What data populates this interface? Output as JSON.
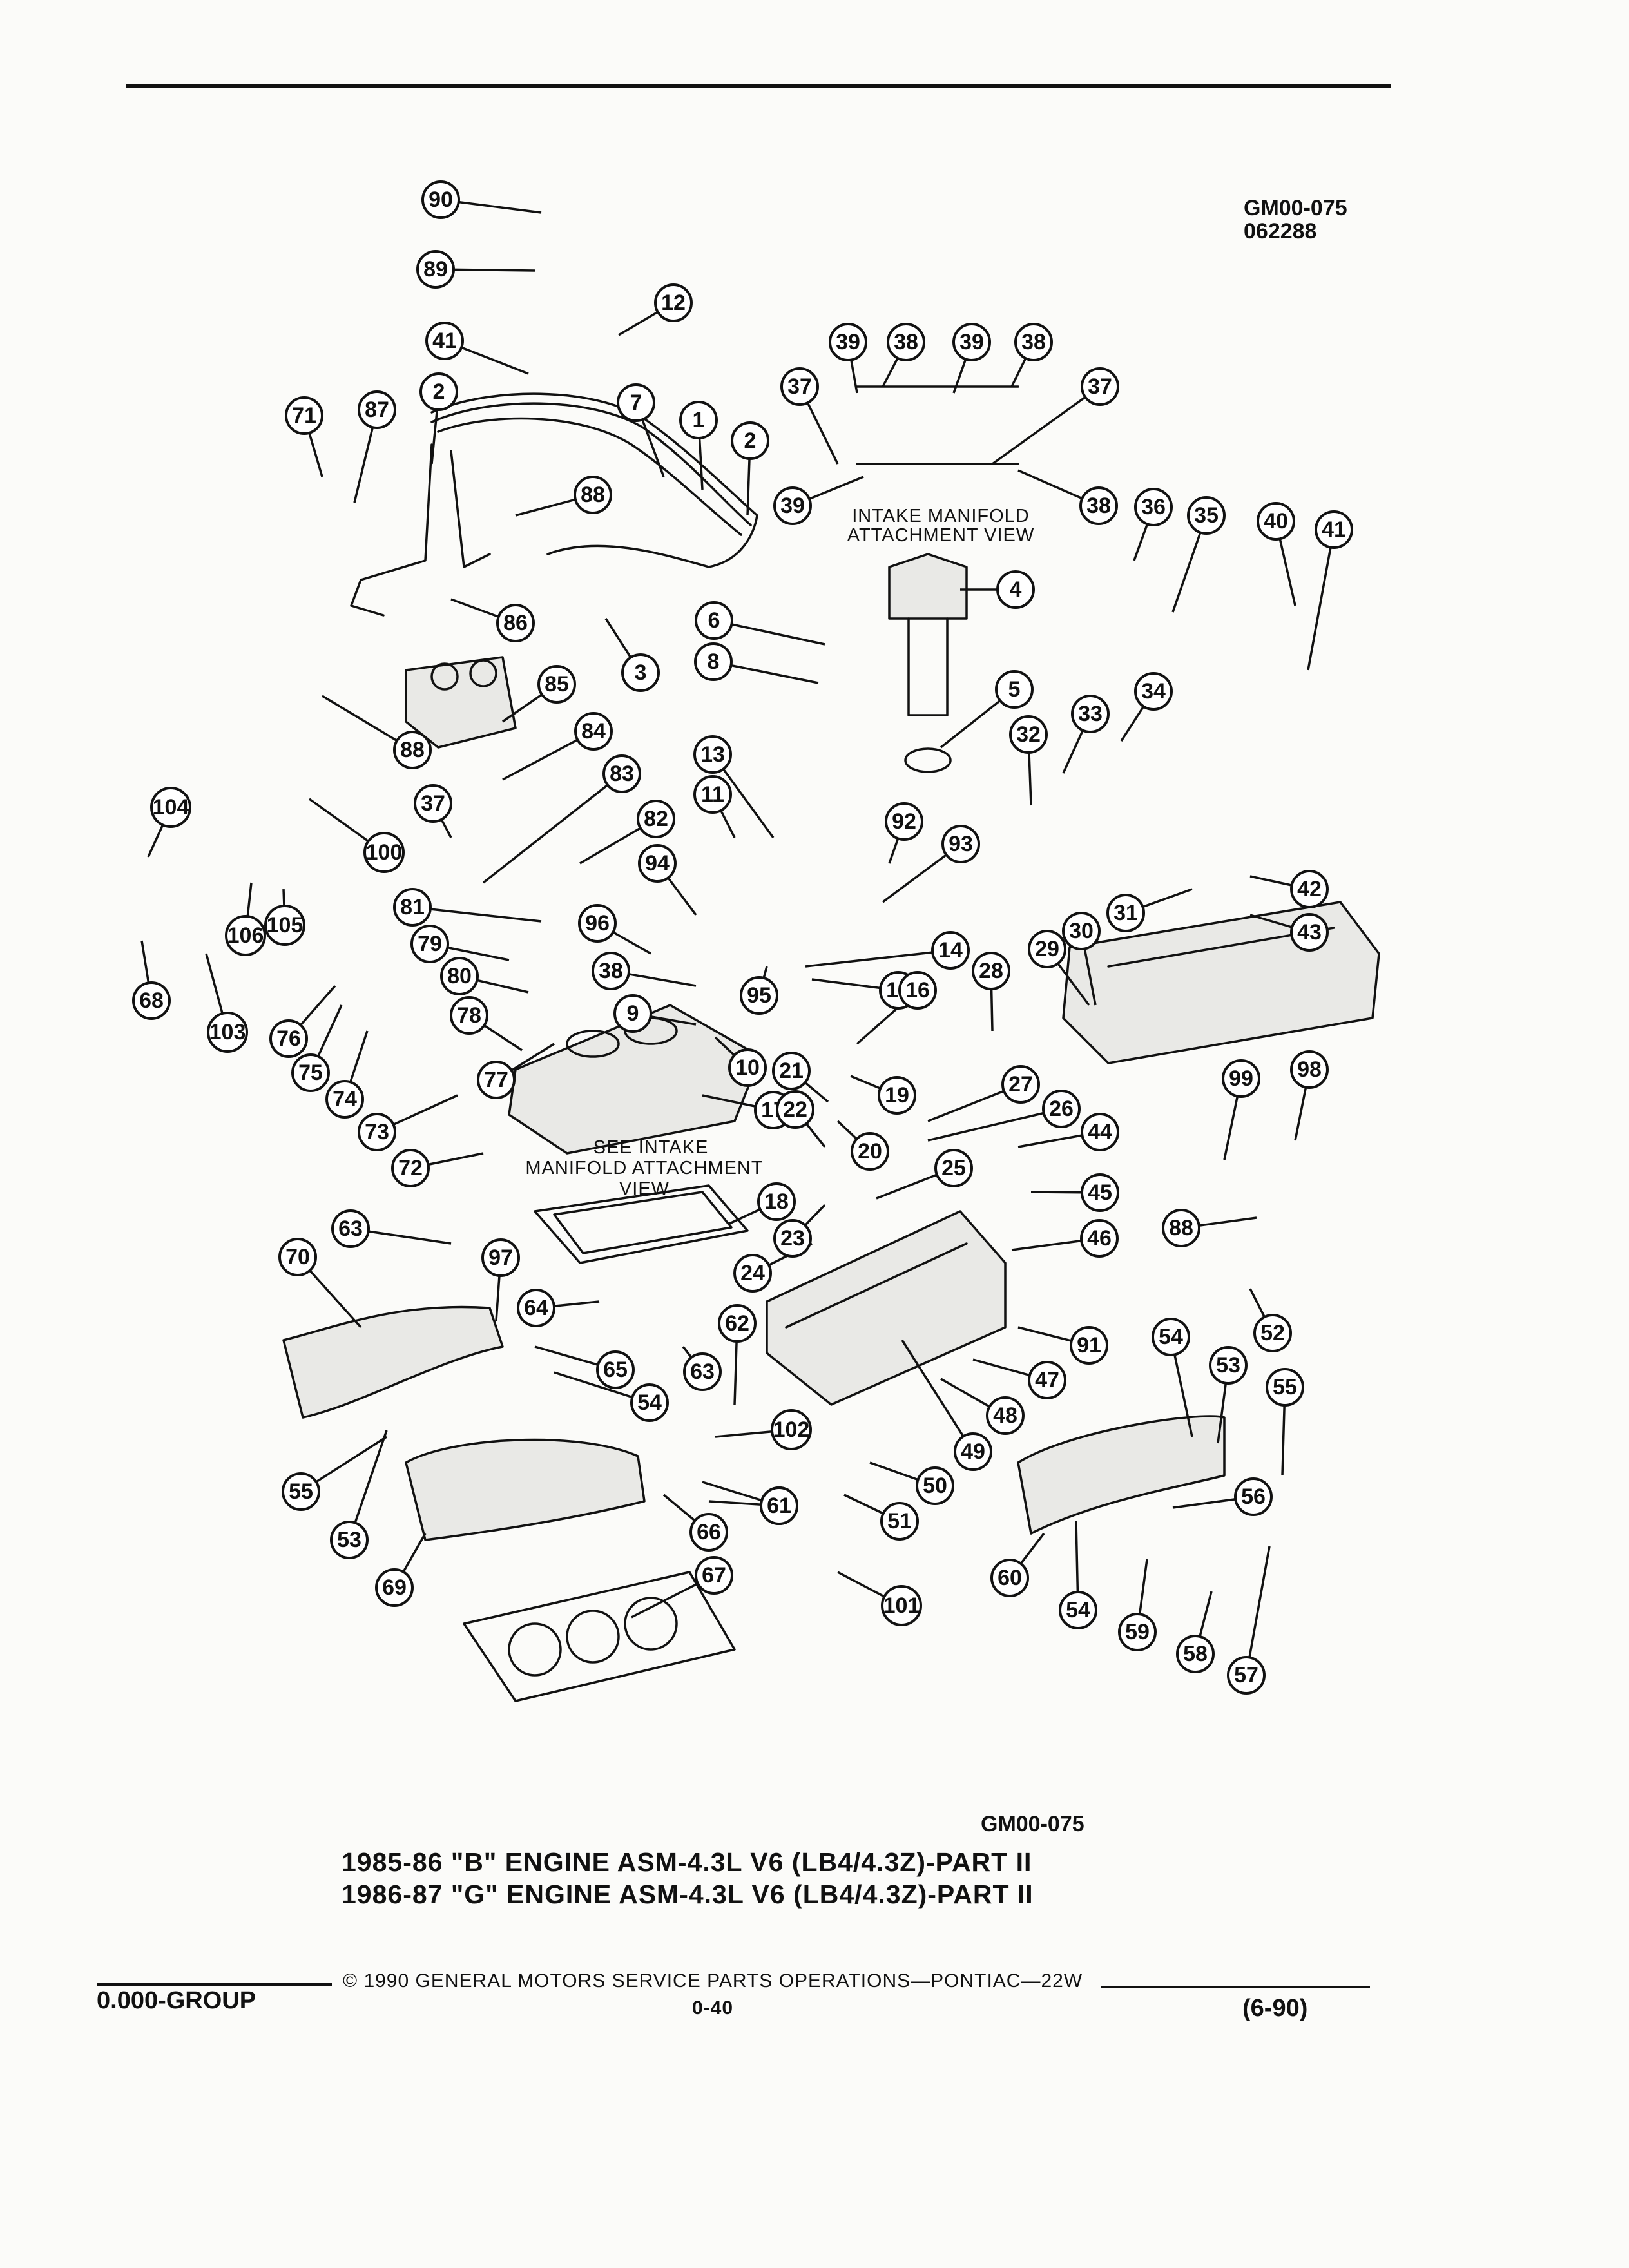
{
  "header": {
    "figure_code": "GM00-075",
    "figure_date": "062288"
  },
  "views": {
    "intake_view": [
      "INTAKE MANIFOLD",
      "ATTACHMENT  VIEW"
    ],
    "see_intake": [
      "SEE INTAKE",
      "MANIFOLD ATTACHMENT",
      "VIEW"
    ]
  },
  "callouts": [
    "1",
    "2",
    "3",
    "4",
    "5",
    "6",
    "7",
    "8",
    "9",
    "10",
    "11",
    "12",
    "13",
    "14",
    "15",
    "16",
    "17",
    "18",
    "19",
    "20",
    "21",
    "22",
    "23",
    "24",
    "25",
    "26",
    "27",
    "28",
    "29",
    "30",
    "31",
    "32",
    "33",
    "34",
    "35",
    "36",
    "37",
    "38",
    "39",
    "40",
    "41",
    "42",
    "43",
    "44",
    "45",
    "46",
    "47",
    "48",
    "49",
    "50",
    "51",
    "52",
    "53",
    "54",
    "55",
    "56",
    "57",
    "58",
    "59",
    "60",
    "61",
    "62",
    "63",
    "64",
    "65",
    "66",
    "67",
    "68",
    "69",
    "70",
    "71",
    "72",
    "73",
    "74",
    "75",
    "76",
    "77",
    "78",
    "79",
    "80",
    "81",
    "82",
    "83",
    "84",
    "85",
    "86",
    "87",
    "88",
    "89",
    "90",
    "91",
    "92",
    "93",
    "94",
    "95",
    "96",
    "97",
    "98",
    "99",
    "100",
    "101",
    "102",
    "103",
    "104",
    "105",
    "106"
  ],
  "caption": {
    "code": "GM00-075",
    "line1": "1985-86 \"B\" ENGINE ASM-4.3L V6 (LB4/4.3Z)-PART II",
    "line2": "1986-87 \"G\" ENGINE ASM-4.3L V6 (LB4/4.3Z)-PART II"
  },
  "footer": {
    "group": "0.000-GROUP",
    "copyright": "© 1990  GENERAL MOTORS SERVICE PARTS OPERATIONS—PONTIAC—22W",
    "page": "0-40",
    "revision": "(6-90)"
  }
}
